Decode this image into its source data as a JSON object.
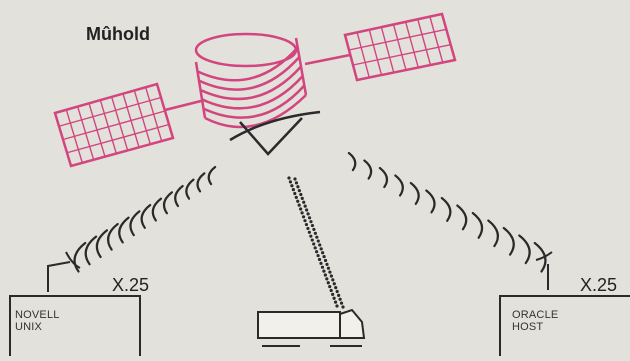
{
  "diagram": {
    "title": "Mûhold",
    "links": [
      {
        "label": "X.25"
      },
      {
        "label": "X.25"
      }
    ],
    "nodes": [
      {
        "lines": [
          "NOVELL",
          "UNIX"
        ]
      },
      {
        "lines": [
          "ORACLE",
          "HOST"
        ]
      }
    ],
    "colors": {
      "satellite": "#d2457e",
      "ink": "#2a2a2a",
      "background": "#e3e1dc"
    },
    "icons": [
      "satellite-icon",
      "truck-icon",
      "dish-antenna-icon"
    ]
  }
}
